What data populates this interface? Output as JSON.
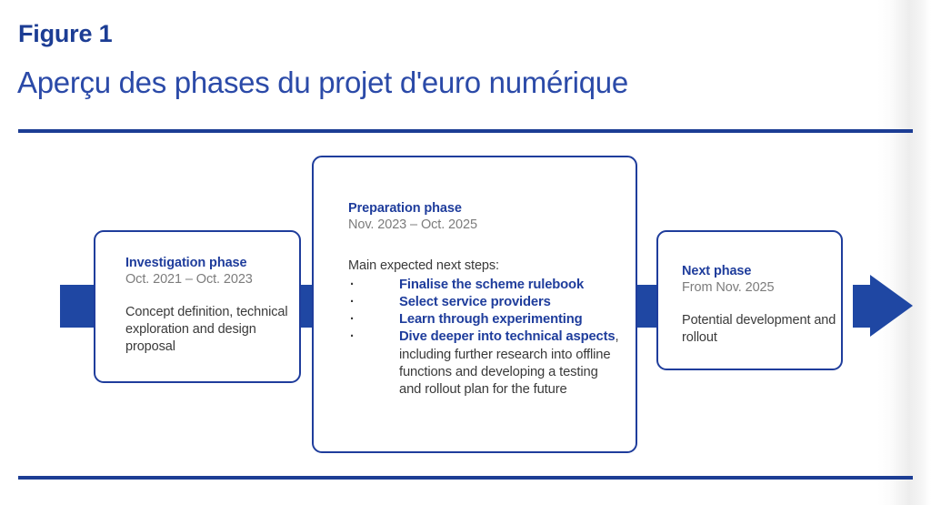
{
  "header": {
    "figure_label": "Figure 1",
    "title": "Aperçu des phases du projet d'euro numérique"
  },
  "colors": {
    "brand_navy": "#1c3d94",
    "title_blue": "#2b4aa8",
    "flow_blue": "#1f47a3",
    "box_border": "#1f3d9c",
    "date_gray": "#7c7c7c",
    "body_gray": "#3a3a3a"
  },
  "flow": {
    "phases": [
      {
        "name": "investigation",
        "title": "Investigation phase",
        "dates": "Oct. 2021 – Oct. 2023",
        "body": "Concept definition, technical exploration and design proposal"
      },
      {
        "name": "preparation",
        "title": "Preparation phase",
        "dates": "Nov. 2023 – Oct. 2025",
        "steps_lead": "Main expected next steps:",
        "bullet_marker": "·",
        "steps": [
          {
            "bold": "Finalise the scheme rulebook",
            "tail": ""
          },
          {
            "bold": "Select service providers",
            "tail": ""
          },
          {
            "bold": "Learn through experimenting",
            "tail": ""
          },
          {
            "bold": "Dive deeper into technical aspects",
            "tail": ", including further research into offline functions and developing  a testing and rollout plan for the future"
          }
        ]
      },
      {
        "name": "next",
        "title": "Next phase",
        "dates": "From Nov. 2025",
        "body": "Potential development and rollout"
      }
    ],
    "arrow_direction": "right"
  }
}
